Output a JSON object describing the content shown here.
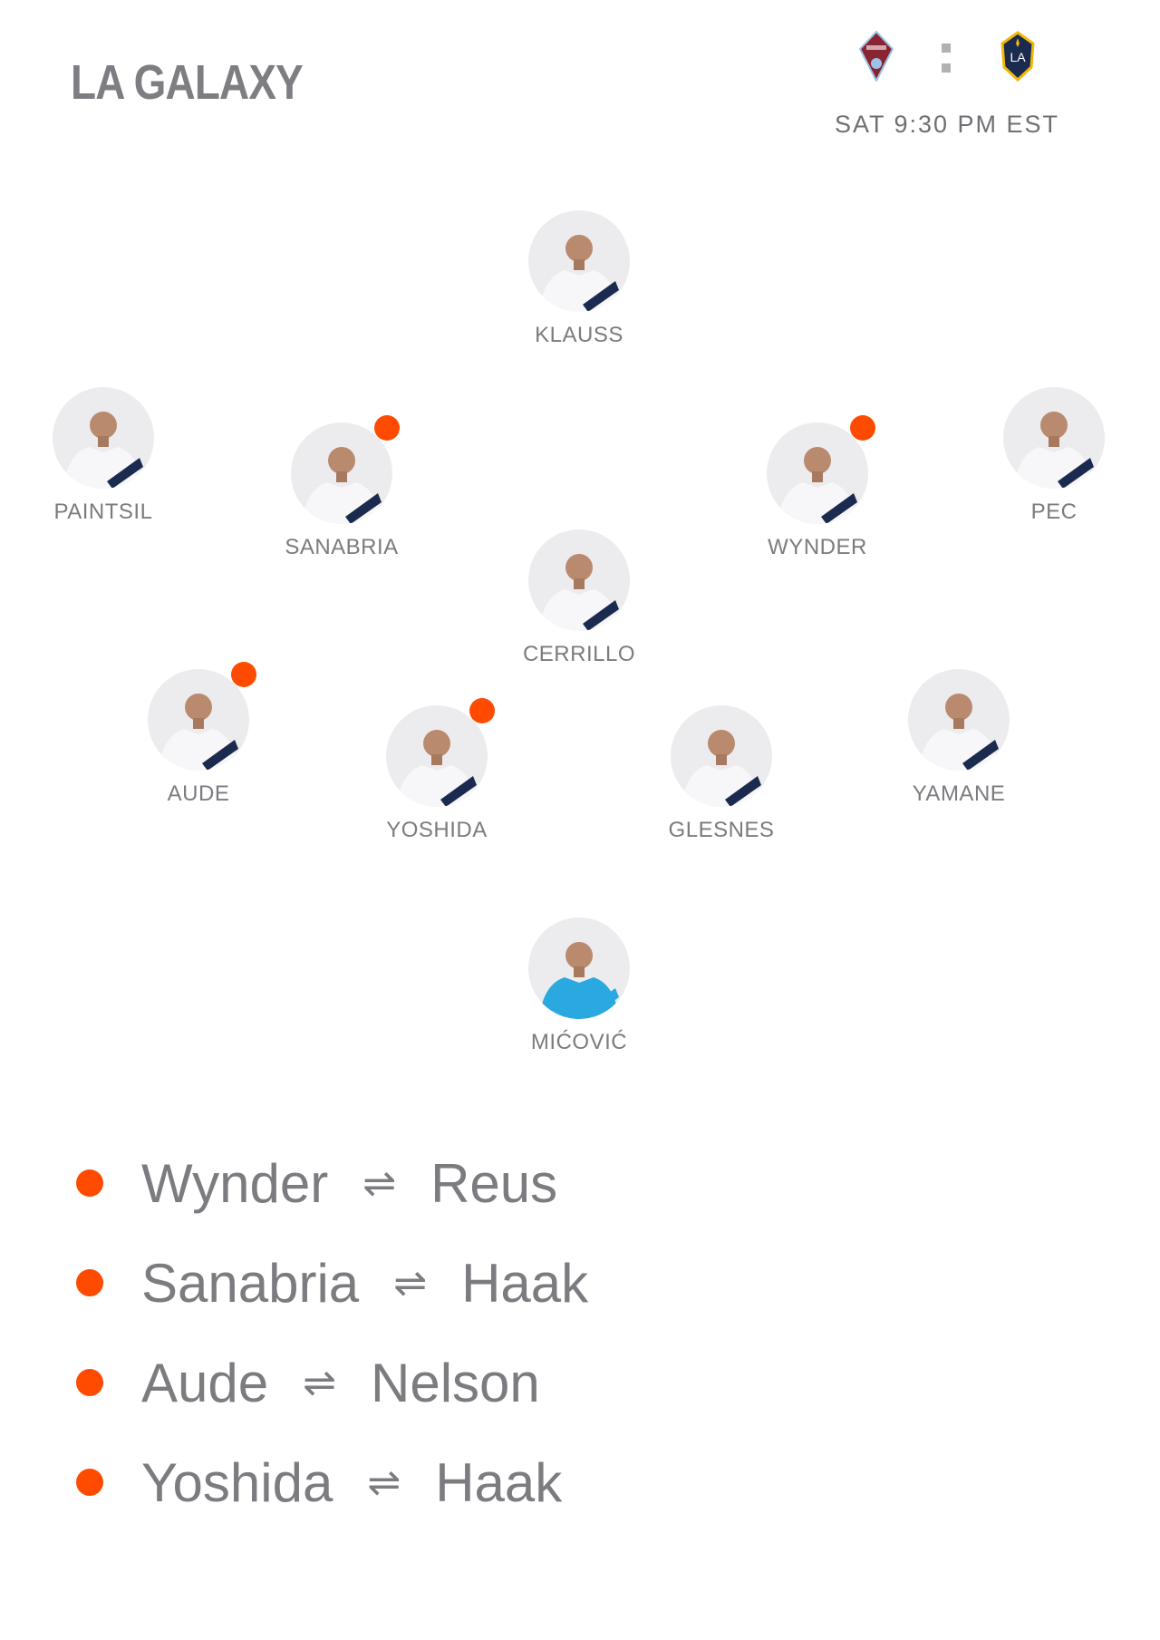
{
  "header": {
    "team_name": "LA GALAXY",
    "kickoff": "SAT 9:30 PM EST",
    "home_crest": "colorado-rapids-crest",
    "away_crest": "la-galaxy-crest"
  },
  "colors": {
    "accent": "#ff4b00",
    "text": "#7b7b80"
  },
  "lineup": [
    {
      "name": "KLAUSS",
      "subbed": false,
      "kit": "home"
    },
    {
      "name": "PAINTSIL",
      "subbed": false,
      "kit": "home"
    },
    {
      "name": "SANABRIA",
      "subbed": true,
      "kit": "home"
    },
    {
      "name": "WYNDER",
      "subbed": true,
      "kit": "home"
    },
    {
      "name": "PEC",
      "subbed": false,
      "kit": "home"
    },
    {
      "name": "CERRILLO",
      "subbed": false,
      "kit": "home"
    },
    {
      "name": "AUDE",
      "subbed": true,
      "kit": "home"
    },
    {
      "name": "YOSHIDA",
      "subbed": true,
      "kit": "home"
    },
    {
      "name": "GLESNES",
      "subbed": false,
      "kit": "home"
    },
    {
      "name": "YAMANE",
      "subbed": false,
      "kit": "home"
    },
    {
      "name": "MIĆOVIĆ",
      "subbed": false,
      "kit": "keeper"
    }
  ],
  "substitutions": [
    {
      "out": "Wynder",
      "symbol": "⇌",
      "in": "Reus"
    },
    {
      "out": "Sanabria",
      "symbol": "⇌",
      "in": "Haak"
    },
    {
      "out": "Aude",
      "symbol": "⇌",
      "in": "Nelson"
    },
    {
      "out": "Yoshida",
      "symbol": "⇌",
      "in": "Haak"
    }
  ]
}
